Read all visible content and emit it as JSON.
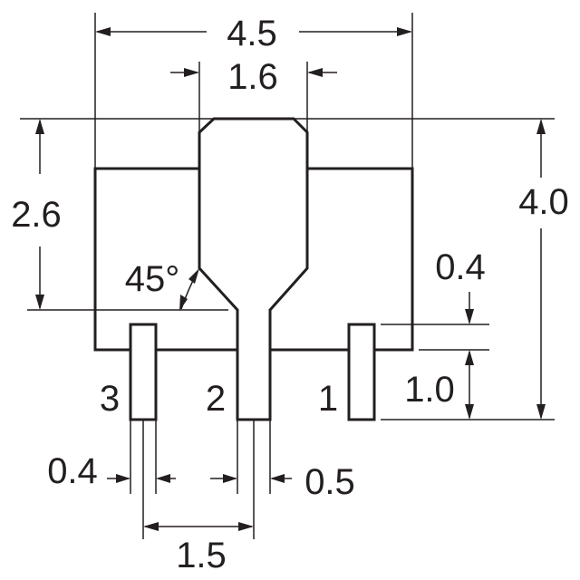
{
  "diagram": {
    "dimensions": {
      "overall_width": "4.5",
      "tab_width": "1.6",
      "body_height": "2.6",
      "overall_height": "4.0",
      "chamfer_angle": "45°",
      "lead_gap": "0.4",
      "lead_length": "1.0",
      "lead_width": "0.4",
      "center_lead_width": "0.5",
      "lead_pitch": "1.5"
    },
    "pins": {
      "pin_1": "1",
      "pin_2": "2",
      "pin_3": "3"
    },
    "colors": {
      "line": "#231f20",
      "background": "#ffffff"
    }
  }
}
